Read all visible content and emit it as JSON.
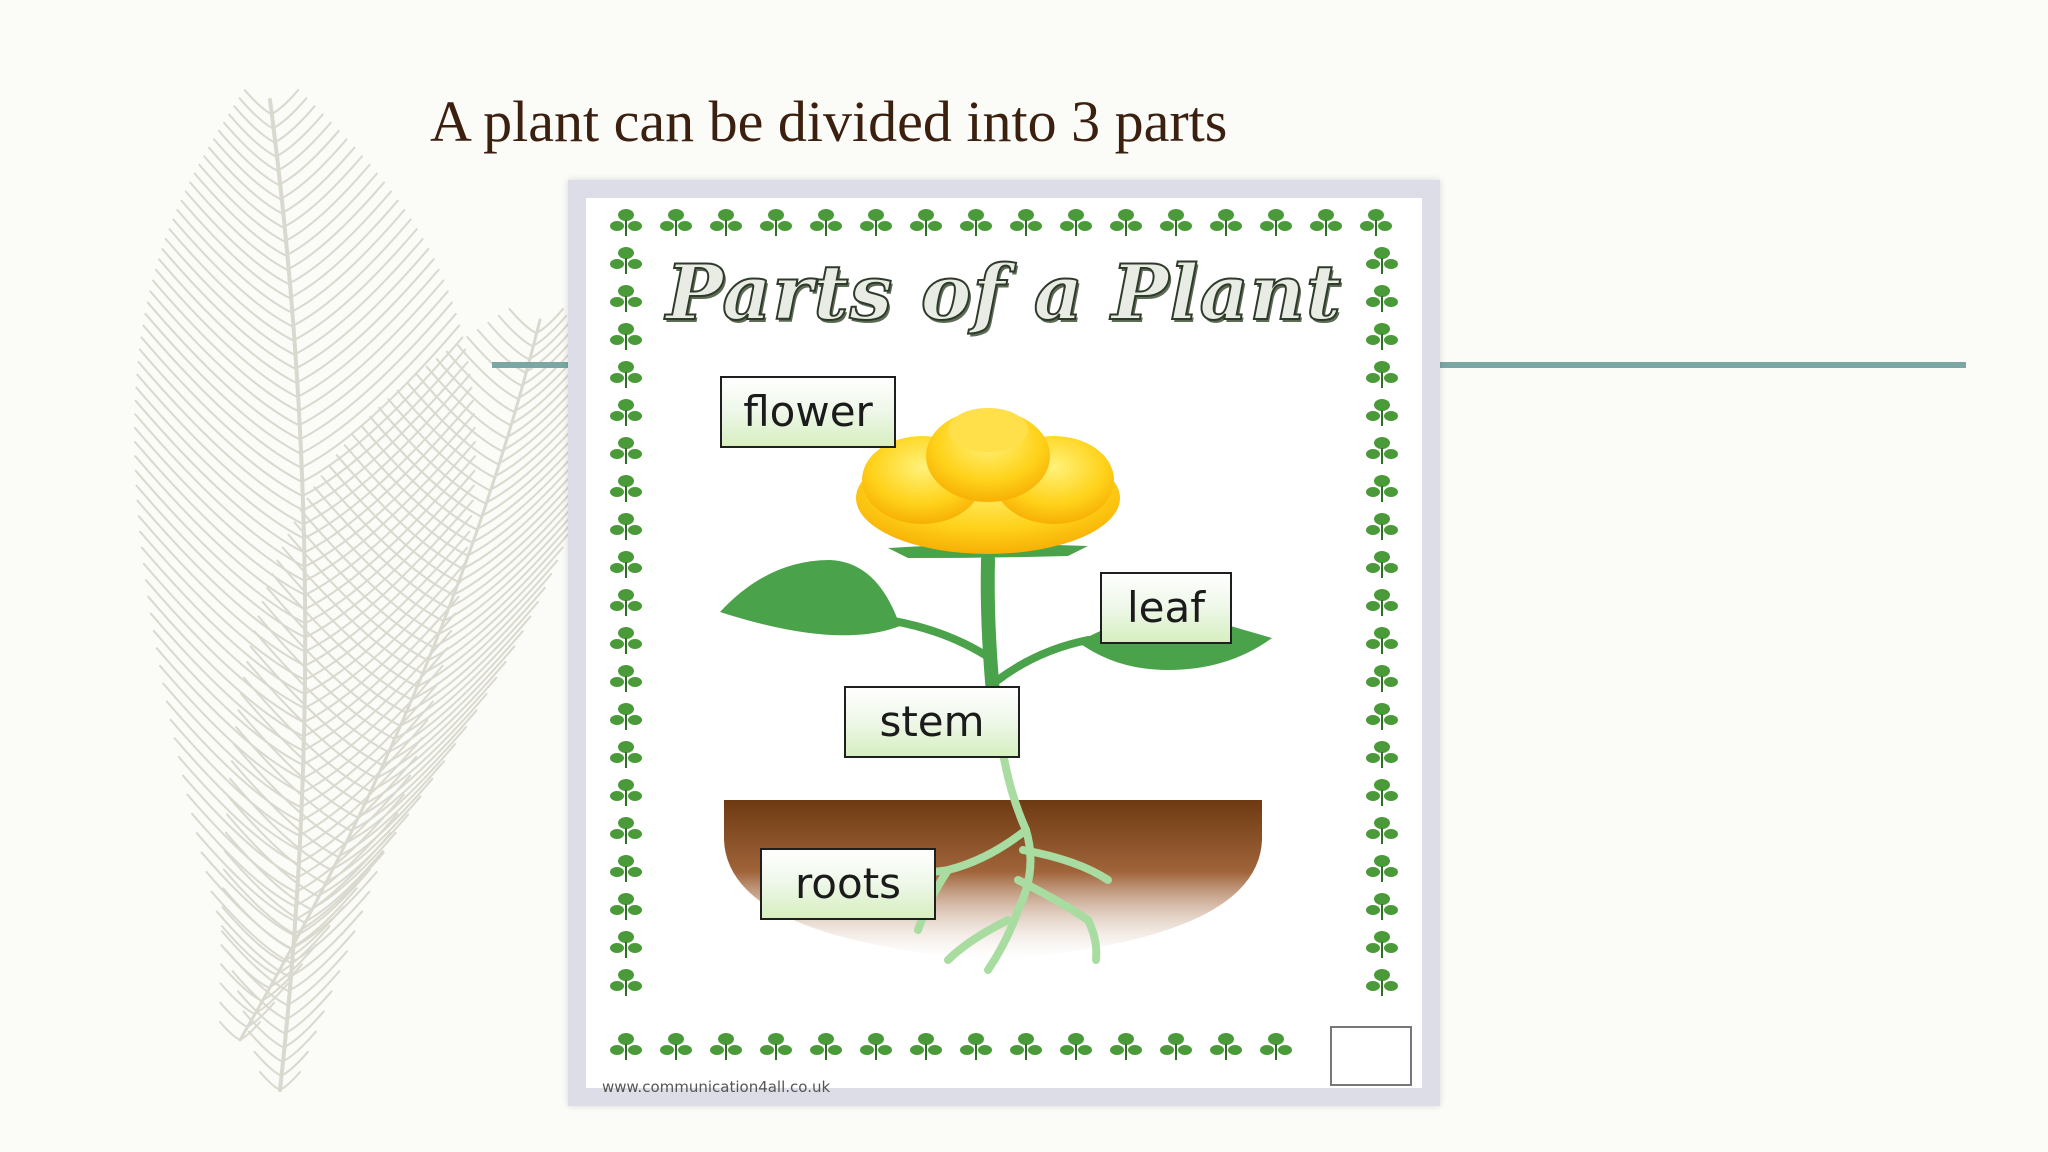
{
  "slide": {
    "title": "A plant can be divided into 3 parts",
    "colors": {
      "background": "#fbfbf7",
      "title_text": "#3b2010",
      "accent_rule": "#7aa7a4",
      "decor_feather": "#d9d9cf"
    }
  },
  "poster": {
    "heading": "Parts of a Plant",
    "labels": {
      "flower": "flower",
      "leaf": "leaf",
      "stem": "stem",
      "roots": "roots"
    },
    "footer": "www.communication4all.co.uk",
    "icons": [
      "leaf-border",
      "flower-illustration",
      "sun-badge-icon"
    ],
    "colors": {
      "flower": "#ffd21a",
      "foliage": "#4aa34a",
      "soil": "#7a4418",
      "roots": "#a9dca0"
    }
  }
}
